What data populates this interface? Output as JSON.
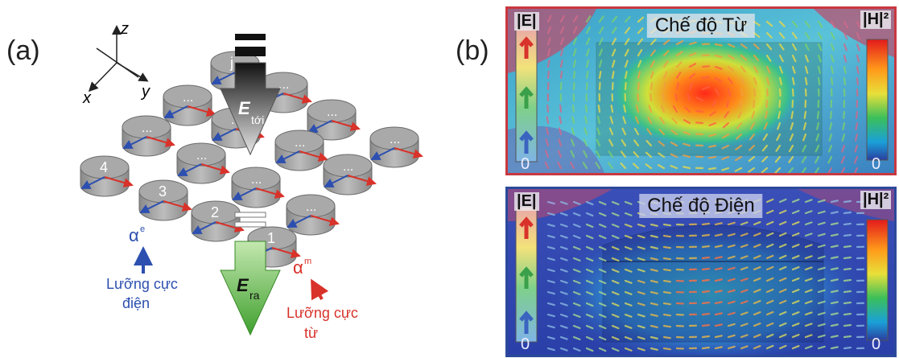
{
  "panel_a": {
    "label": "(a)",
    "axes": {
      "z": "z",
      "x": "x",
      "y": "y"
    },
    "incident": {
      "symbol": "E",
      "sub": "tới"
    },
    "outgoing": {
      "symbol": "E",
      "sub": "ra"
    },
    "particle_labels": [
      "j",
      "4",
      "3",
      "2",
      "1"
    ],
    "ellipsis": "...",
    "electric": {
      "symbol": "α",
      "sup": "e",
      "line1": "Lưỡng cực",
      "line2": "điện"
    },
    "magnetic": {
      "symbol": "α",
      "sup": "m",
      "line1": "Lưỡng cực",
      "line2": "từ"
    }
  },
  "panel_b": {
    "label": "(b)",
    "magnetic_mode": {
      "title": "Chế độ Từ",
      "e_label": "|E|",
      "h_label": "|H|²",
      "zero_left": "0",
      "zero_right": "0"
    },
    "electric_mode": {
      "title": "Chế độ Điện",
      "e_label": "|E|",
      "h_label": "|H|²",
      "zero_left": "0",
      "zero_right": "0"
    }
  },
  "colors": {
    "dipole_red": "#d8322a",
    "dipole_blue": "#2c4fb0",
    "incident_arrow": "#333333",
    "outgoing_arrow": "#5cb845",
    "magnetic_frame": "#c9383f",
    "electric_frame": "#2b4a9a"
  }
}
